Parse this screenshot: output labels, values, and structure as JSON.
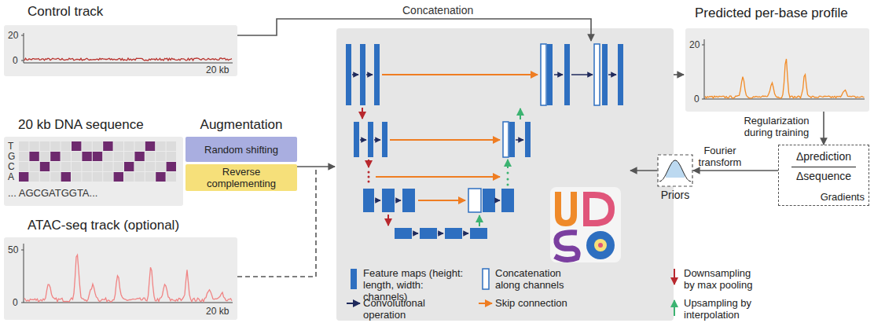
{
  "diagram": {
    "nodes": [
      {
        "text": [
          "Control track"
        ]
      },
      {
        "text": [
          "20 kb DNA sequence"
        ]
      },
      {
        "text": [
          "Augmentation"
        ]
      },
      {
        "text": [
          "Random shifting"
        ],
        "in": 2
      },
      {
        "text": [
          "Reverse complementing"
        ],
        "in": 2
      },
      {
        "text": [
          "ATAC-seq track (optional)"
        ]
      },
      {
        "text": [
          "Predicted per-base profile"
        ]
      },
      {
        "text": [
          "Δprediction",
          "Δsequence",
          "Gradients"
        ]
      },
      {
        "text": [
          "Priors"
        ]
      }
    ],
    "edges": [
      {
        "from": 6,
        "to": 7,
        "label": "Regularization during training",
        "arrow": "to"
      },
      {
        "from": 7,
        "to": 8,
        "label": "Fourier transform",
        "arrow": "to"
      }
    ],
    "labels": [
      "20",
      "0",
      "20 kb",
      "T",
      "G",
      "C",
      "A",
      "... AGCGATGGTA...",
      "50",
      "0",
      "20 kb",
      "Concatenation",
      "20",
      "0"
    ],
    "legend": [
      {
        "text": "Feature maps (height: length, width: channels)",
        "color": "#2e6fc0"
      },
      {
        "text": "Concatenation along channels"
      },
      {
        "text": "Downsampling by max pooling"
      },
      {
        "text": "Convolutional operation"
      },
      {
        "text": "Skip connection"
      },
      {
        "text": "Upsampling by interpolation"
      }
    ]
  }
}
